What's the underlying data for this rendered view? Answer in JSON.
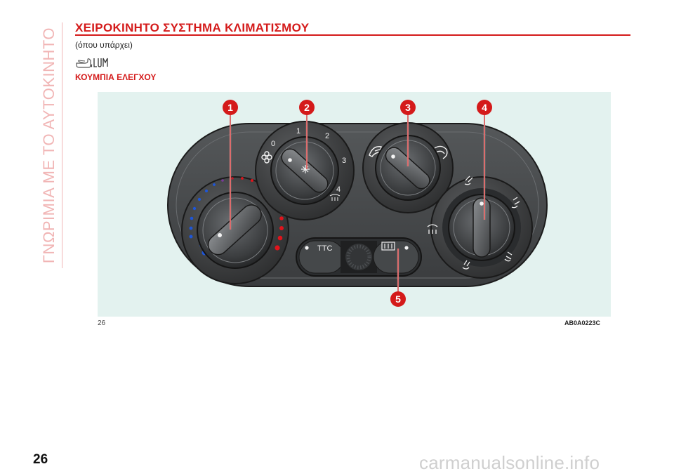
{
  "side_tab": {
    "text": "ΓΝΩΡΙΜΙΑ ΜΕ ΤΟ ΑΥΤΟΚΙΝΗΤΟ"
  },
  "header": {
    "title": "ΧΕΙΡΟΚΙΝΗΤΟ ΣΥΣΤΗΜΑ ΚΛΙΜΑΤΙΣΜΟΥ",
    "subtitle": "(όπου υπάρχει)"
  },
  "section": {
    "title": "ΚΟΥΜΠΙΑ ΕΛΕΓΧΟΥ"
  },
  "icons": {
    "hand": "pointing-hand-icon",
    "lum": "lum-icon"
  },
  "figure": {
    "callouts": [
      "1",
      "2",
      "3",
      "4",
      "5"
    ],
    "fan_scale": [
      "0",
      "1",
      "2",
      "3",
      "4"
    ],
    "ttc_label": "TTC",
    "page_ref": "26",
    "code": "AB0A0223C",
    "colors": {
      "callout": "#d41a1a",
      "background": "#e3f2ef",
      "panel": "#4a4c4e",
      "cold": "#1e56d8",
      "hot": "#e0141c"
    }
  },
  "footer": {
    "page_number": "26",
    "watermark": "carmanualsonline.info"
  }
}
